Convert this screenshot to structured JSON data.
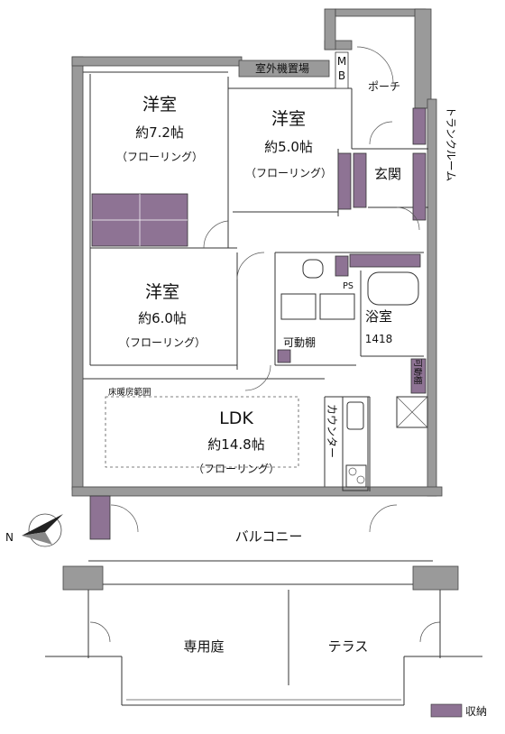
{
  "colors": {
    "storage": "#8e7394",
    "wall": "#9a9a9a"
  },
  "rooms": {
    "western_room_1": {
      "name": "洋室",
      "size": "約7.2帖",
      "floor": "（フローリング）"
    },
    "western_room_2": {
      "name": "洋室",
      "size": "約5.0帖",
      "floor": "（フローリング）"
    },
    "western_room_3": {
      "name": "洋室",
      "size": "約6.0帖",
      "floor": "（フローリング）"
    },
    "ldk": {
      "name": "LDK",
      "size": "約14.8帖",
      "floor": "（フローリング）"
    },
    "bathroom": {
      "name": "浴室",
      "size": "1418"
    },
    "entrance": {
      "name": "玄関"
    },
    "balcony": {
      "name": "バルコニー"
    },
    "private_garden": {
      "name": "専用庭"
    },
    "terrace": {
      "name": "テラス"
    }
  },
  "labels": {
    "ac_unit_space": "室外機置場",
    "mb": [
      "M",
      "B"
    ],
    "porch": "ポーチ",
    "trunk_room": "トランクルーム",
    "ps": "PS",
    "movable_shelf_1": "可動棚",
    "movable_shelf_2": "可動棚",
    "counter": "カウンター",
    "floor_heating": "床暖房範囲",
    "compass": "N"
  },
  "legend": {
    "label": "収納"
  }
}
